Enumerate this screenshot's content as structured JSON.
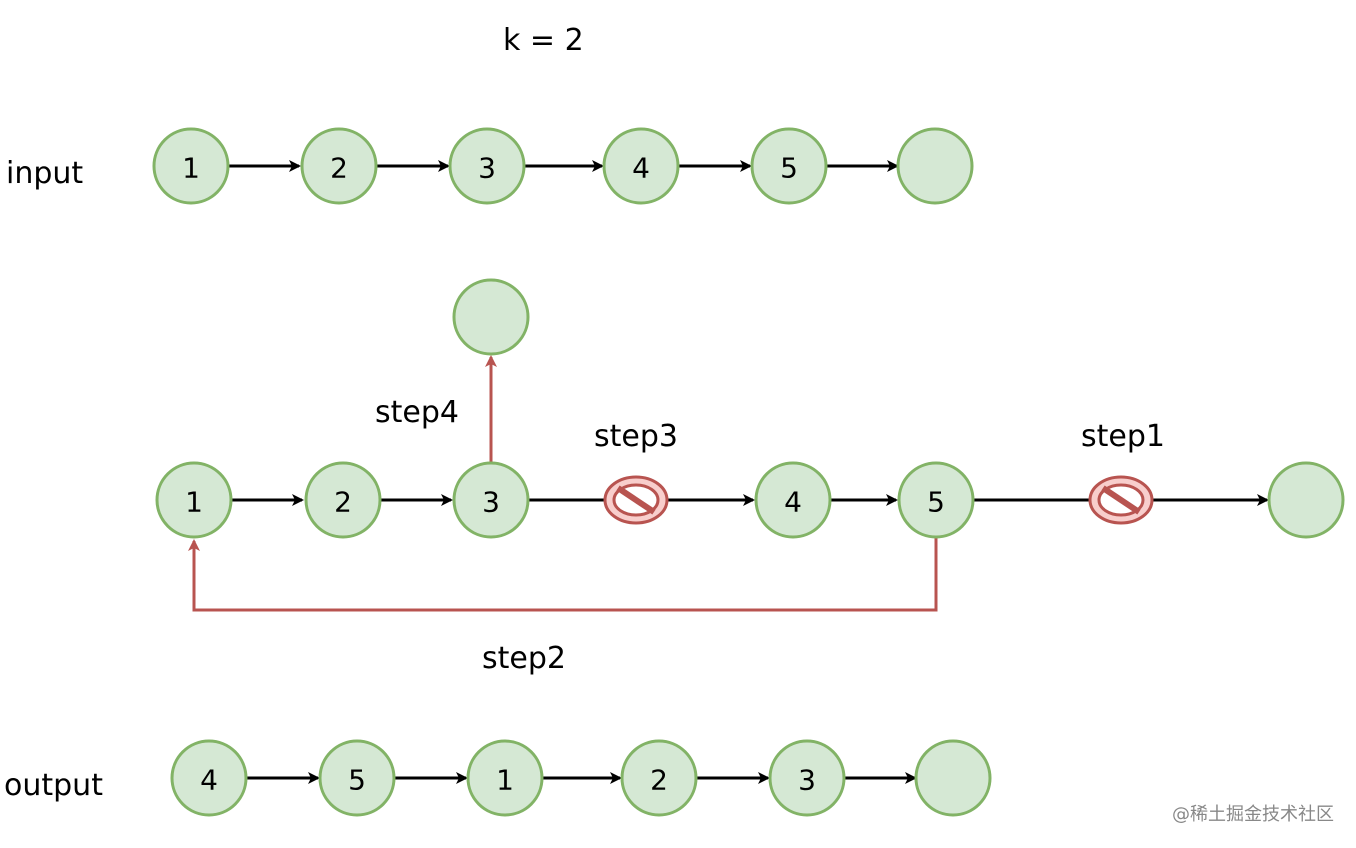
{
  "title": "k = 2",
  "rows": {
    "input": {
      "label": "input",
      "nodes": [
        "1",
        "2",
        "3",
        "4",
        "5",
        ""
      ]
    },
    "process": {
      "nodes": [
        "1",
        "2",
        "3",
        "4",
        "5",
        ""
      ],
      "new_tail": "",
      "steps": {
        "step1": "step1",
        "step2": "step2",
        "step3": "step3",
        "step4": "step4"
      }
    },
    "output": {
      "label": "output",
      "nodes": [
        "4",
        "5",
        "1",
        "2",
        "3",
        ""
      ]
    }
  },
  "colors": {
    "node_fill": "#d5e8d4",
    "node_stroke": "#82b366",
    "step_arrow": "#b85450",
    "blocked_fill": "#f8cecc"
  },
  "watermark": "@稀土掘金技术社区"
}
